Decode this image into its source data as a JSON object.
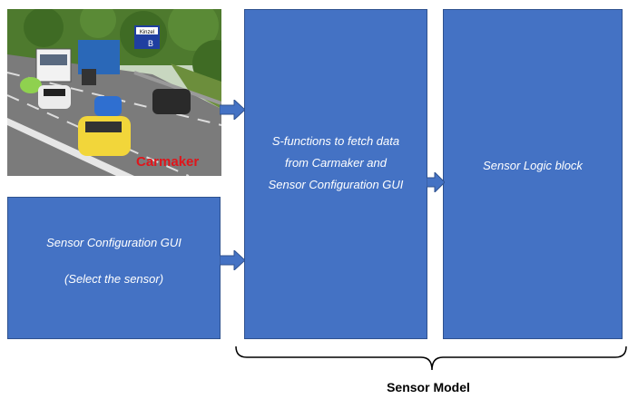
{
  "scene": {
    "label": "Carmaker",
    "label_color": "#e0151b",
    "sign_text": "Kinzel",
    "sign_badge": "B"
  },
  "blocks": {
    "sensor_config_gui": {
      "line1": "Sensor Configuration GUI",
      "line2": "(Select the sensor)"
    },
    "s_functions": {
      "line1": "S-functions to fetch data",
      "line2": "from Carmaker and",
      "line3": "Sensor Configuration GUI"
    },
    "sensor_logic": {
      "line1": "Sensor Logic block"
    }
  },
  "brace_label": "Sensor Model",
  "colors": {
    "block_fill": "#4472c4",
    "block_border": "#2f528f",
    "arrow": "#4472c4"
  }
}
